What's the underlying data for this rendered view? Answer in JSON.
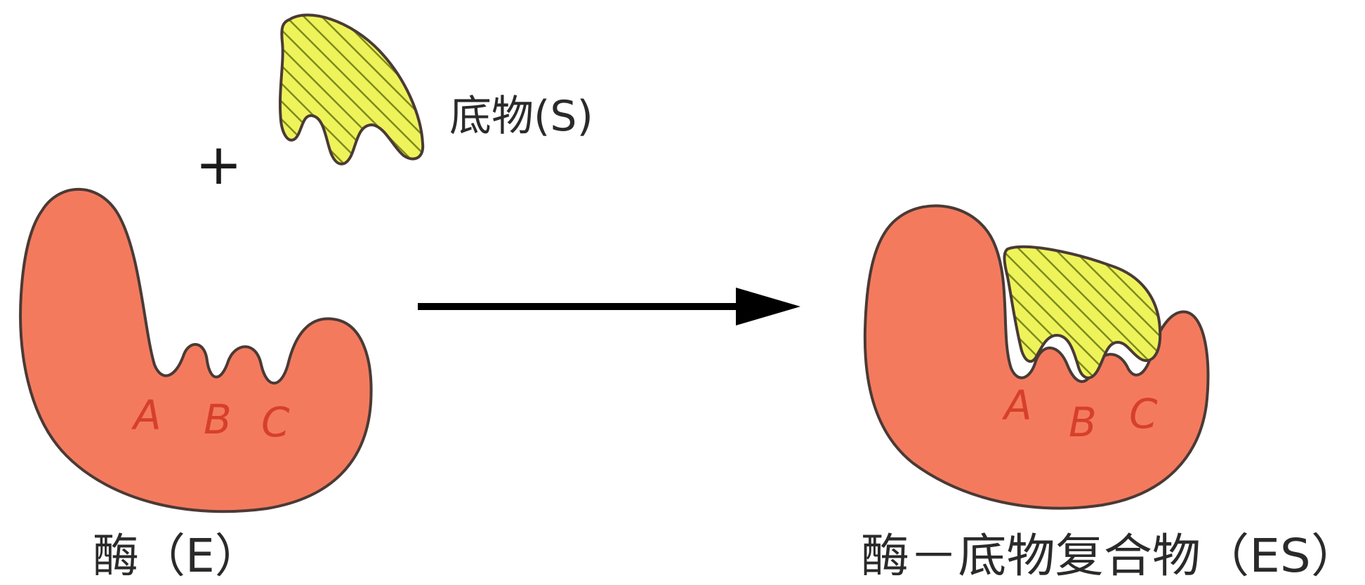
{
  "labels": {
    "substrate": "底物(S)",
    "plus": "+",
    "enzyme": "酶（E）",
    "complex": "酶－底物复合物（ES）"
  },
  "active_sites": {
    "a": "A",
    "b": "B",
    "c": "C"
  },
  "colors": {
    "enzyme_fill": "#f47a5e",
    "enzyme_outline": "#4a3a35",
    "substrate_fill": "#eef35a",
    "substrate_hatch": "#7c8a1c",
    "site_letters": "#d6402a",
    "arrow": "#000000"
  }
}
